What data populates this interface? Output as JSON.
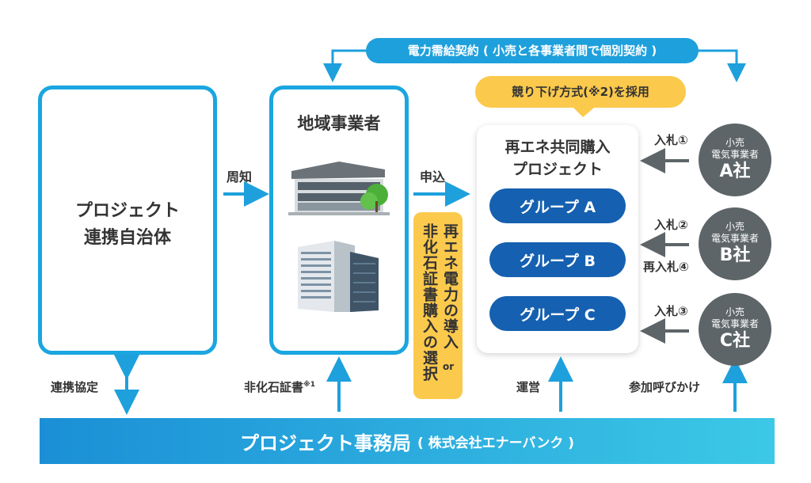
{
  "top_contract": "電力需給契約 ( 小売と各事業者間で個別契約 )",
  "reverse_auction": "競り下げ方式(※2)を採用",
  "municipality": "プロジェクト\n連携自治体",
  "local_business": "地域事業者",
  "joint_purchase_project": "再エネ共同購入\nプロジェクト",
  "groups": [
    "グループ A",
    "グループ B",
    "グループ C"
  ],
  "bidders": [
    {
      "line1": "小売",
      "line2": "電気事業者",
      "name": "A社",
      "bid": "入札①"
    },
    {
      "line1": "小売",
      "line2": "電気事業者",
      "name": "B社",
      "bid": "入札②"
    },
    {
      "line1": "小売",
      "line2": "電気事業者",
      "name": "C社",
      "bid": "入札③"
    }
  ],
  "rebid": "再入札④",
  "notify": "周知",
  "apply": "申込",
  "choice_col1": "再エネ電力の導入",
  "choice_or": "or",
  "choice_col2": "非化石証書購入の選択",
  "cooperation": "連携協定",
  "certificate": "非化石証書",
  "certificate_note": "※1",
  "operation": "運営",
  "call_participation": "参加呼びかけ",
  "secretariat_main": "プロジェクト事務局",
  "secretariat_sub": "( 株式会社エナーバンク )",
  "colors": {
    "accent": "#1aa6e0",
    "group": "#1560b0",
    "bidder": "#5d6568",
    "highlight": "#fbc94c",
    "arrow": "#1ea0dc"
  }
}
